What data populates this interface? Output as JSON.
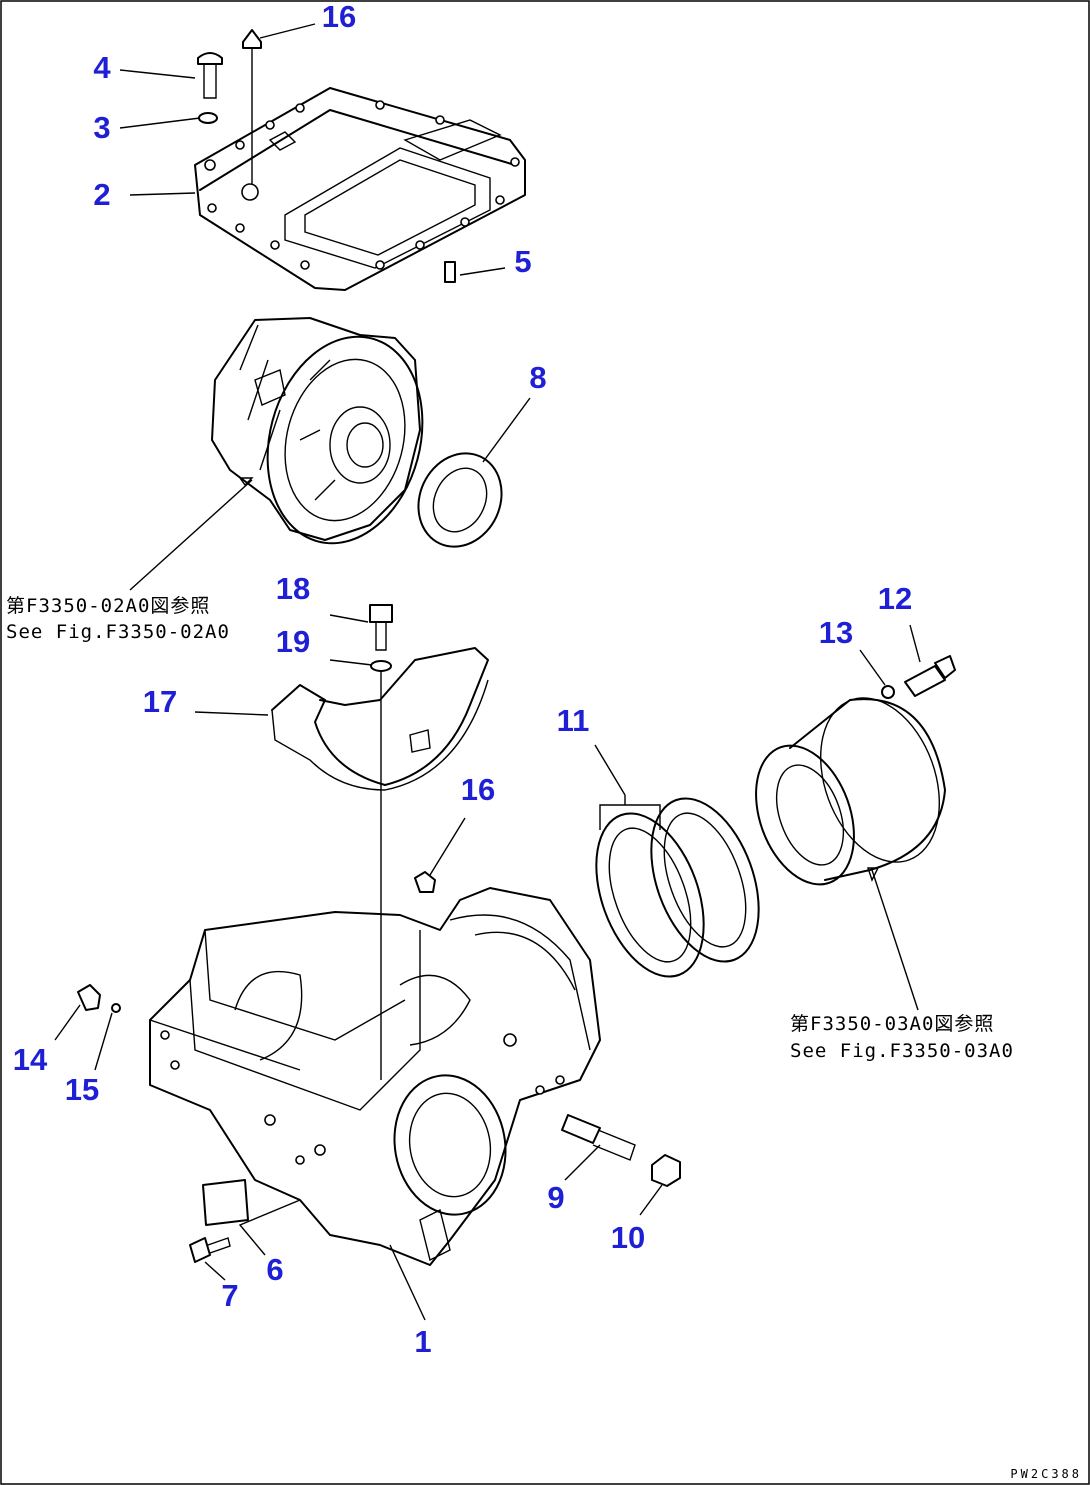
{
  "callouts": {
    "c1": "1",
    "c2": "2",
    "c3": "3",
    "c4": "4",
    "c5": "5",
    "c6": "6",
    "c7": "7",
    "c8": "8",
    "c9": "9",
    "c10": "10",
    "c11": "11",
    "c12": "12",
    "c13": "13",
    "c14": "14",
    "c15": "15",
    "c16a": "16",
    "c16b": "16",
    "c17": "17",
    "c18": "18",
    "c19": "19"
  },
  "references": {
    "left_jp": "第F3350-02A0図参照",
    "left_en": "See Fig.F3350-02A0",
    "right_jp": "第F3350-03A0図参照",
    "right_en": "See Fig.F3350-03A0"
  },
  "drawing_code": "PW2C388",
  "colors": {
    "callout": "#1f1fd6",
    "line": "#000000",
    "background": "#ffffff"
  }
}
